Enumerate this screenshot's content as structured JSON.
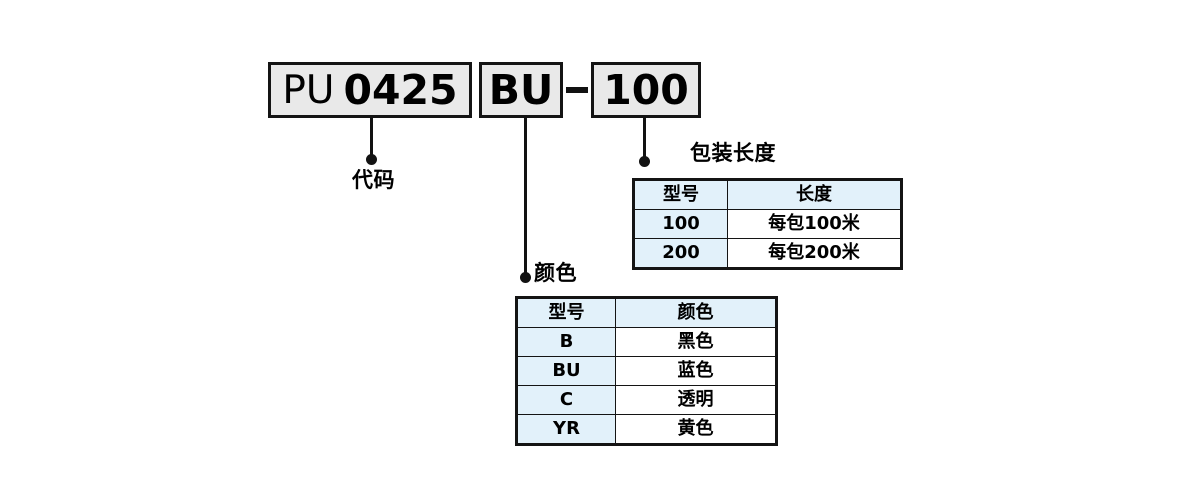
{
  "code_row": {
    "series_prefix": "PU",
    "series_number": "0425",
    "color_code": "BU",
    "separator": "-",
    "length_code": "100"
  },
  "callouts": {
    "code_label": "代码",
    "color_label": "颜色",
    "length_label": "包装长度"
  },
  "length_table": {
    "headers": [
      "型号",
      "长度"
    ],
    "rows": [
      [
        "100",
        "每包100米"
      ],
      [
        "200",
        "每包200米"
      ]
    ]
  },
  "color_table": {
    "headers": [
      "型号",
      "颜色"
    ],
    "rows": [
      [
        "B",
        "黑色"
      ],
      [
        "BU",
        "蓝色"
      ],
      [
        "C",
        "透明"
      ],
      [
        "YR",
        "黄色"
      ]
    ]
  },
  "colors": {
    "box_fill": "#e9e9e9",
    "box_border": "#141414",
    "table_tint": "#e2f1fa",
    "line": "#121212",
    "text": "#000000",
    "page_background": "#ffffff"
  }
}
